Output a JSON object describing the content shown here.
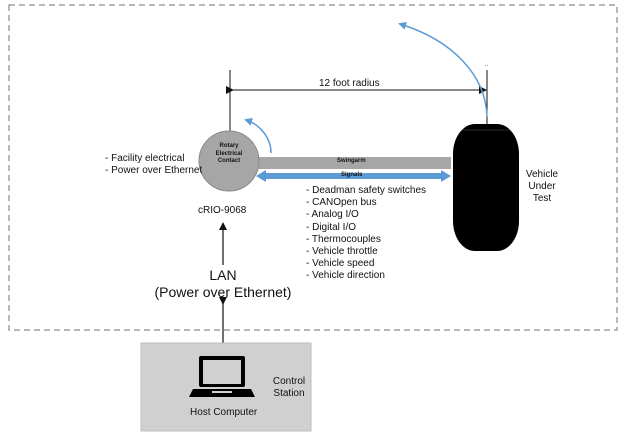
{
  "radius_label": "12 foot radius",
  "tick_mark": "..",
  "rotary_contact": {
    "line1": "Rotary",
    "line2": "Electrical",
    "line3": "Contact"
  },
  "controller": "cRIO-9068",
  "left_list": [
    "- Facility electrical",
    "- Power over Ethernet"
  ],
  "swingarm_label": "Swingarm",
  "signals_label": "Signals",
  "signal_list": [
    "- Deadman safety switches",
    "- CANOpen bus",
    "- Analog I/O",
    "- Digital I/O",
    "- Thermocouples",
    "- Vehicle throttle",
    "- Vehicle speed",
    "- Vehicle direction"
  ],
  "vehicle": {
    "line1": "Vehicle",
    "line2": "Under",
    "line3": "Test"
  },
  "lan": {
    "line1": "LAN",
    "line2": "(Power over Ethernet)"
  },
  "host": "Host Computer",
  "station": {
    "line1": "Control",
    "line2": "Station"
  },
  "colors": {
    "arc_blue": "#5b9bd5",
    "signals_blue": "#5b9bd5",
    "swingarm_gray": "#a6a6a6",
    "rotary_gray": "#a6a6a6",
    "station_gray": "#d0d0d0",
    "dashed_border": "#a0a0a0"
  }
}
